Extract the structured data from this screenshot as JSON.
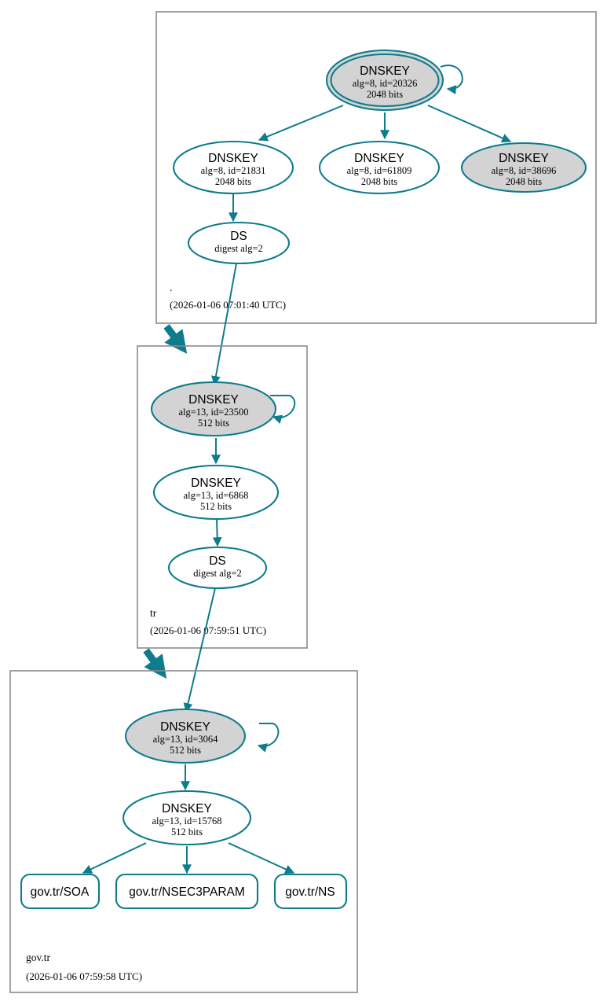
{
  "diagram": {
    "title": "DNSSEC authentication chain for gov.tr",
    "accent_color": "#0e7c8c",
    "secure_fill": "#d3d3d3",
    "plain_fill": "#ffffff",
    "box_stroke": "#8a8a8a"
  },
  "zones": [
    {
      "id": "root",
      "label": ".",
      "timestamp": "(2026-01-06 07:01:40 UTC)",
      "nodes": [
        {
          "id": "root-ksk-20326",
          "type": "DNSKEY",
          "title": "DNSKEY",
          "line2": "alg=8, id=20326",
          "line3": "2048 bits",
          "fill": "gray",
          "double_ring": true,
          "self_sign": true
        },
        {
          "id": "root-zsk-21831",
          "type": "DNSKEY",
          "title": "DNSKEY",
          "line2": "alg=8, id=21831",
          "line3": "2048 bits",
          "fill": "white",
          "double_ring": false,
          "self_sign": false
        },
        {
          "id": "root-zsk-61809",
          "type": "DNSKEY",
          "title": "DNSKEY",
          "line2": "alg=8, id=61809",
          "line3": "2048 bits",
          "fill": "white",
          "double_ring": false,
          "self_sign": false
        },
        {
          "id": "root-zsk-38696",
          "type": "DNSKEY",
          "title": "DNSKEY",
          "line2": "alg=8, id=38696",
          "line3": "2048 bits",
          "fill": "gray",
          "double_ring": false,
          "self_sign": false
        },
        {
          "id": "root-ds",
          "type": "DS",
          "title": "DS",
          "line2": "digest alg=2",
          "line3": "",
          "fill": "white",
          "double_ring": false,
          "self_sign": false
        }
      ]
    },
    {
      "id": "tr",
      "label": "tr",
      "timestamp": "(2026-01-06 07:59:51 UTC)",
      "nodes": [
        {
          "id": "tr-ksk-23500",
          "type": "DNSKEY",
          "title": "DNSKEY",
          "line2": "alg=13, id=23500",
          "line3": "512 bits",
          "fill": "gray",
          "double_ring": false,
          "self_sign": true
        },
        {
          "id": "tr-zsk-6868",
          "type": "DNSKEY",
          "title": "DNSKEY",
          "line2": "alg=13, id=6868",
          "line3": "512 bits",
          "fill": "white",
          "double_ring": false,
          "self_sign": false
        },
        {
          "id": "tr-ds",
          "type": "DS",
          "title": "DS",
          "line2": "digest alg=2",
          "line3": "",
          "fill": "white",
          "double_ring": false,
          "self_sign": false
        }
      ]
    },
    {
      "id": "gov-tr",
      "label": "gov.tr",
      "timestamp": "(2026-01-06 07:59:58 UTC)",
      "nodes": [
        {
          "id": "govtr-ksk-3064",
          "type": "DNSKEY",
          "title": "DNSKEY",
          "line2": "alg=13, id=3064",
          "line3": "512 bits",
          "fill": "gray",
          "double_ring": false,
          "self_sign": true
        },
        {
          "id": "govtr-zsk-15768",
          "type": "DNSKEY",
          "title": "DNSKEY",
          "line2": "alg=13, id=15768",
          "line3": "512 bits",
          "fill": "white",
          "double_ring": false,
          "self_sign": false
        }
      ],
      "records": [
        {
          "id": "rr-soa",
          "label": "gov.tr/SOA"
        },
        {
          "id": "rr-nsec3param",
          "label": "gov.tr/NSEC3PARAM"
        },
        {
          "id": "rr-ns",
          "label": "gov.tr/NS"
        }
      ]
    }
  ]
}
